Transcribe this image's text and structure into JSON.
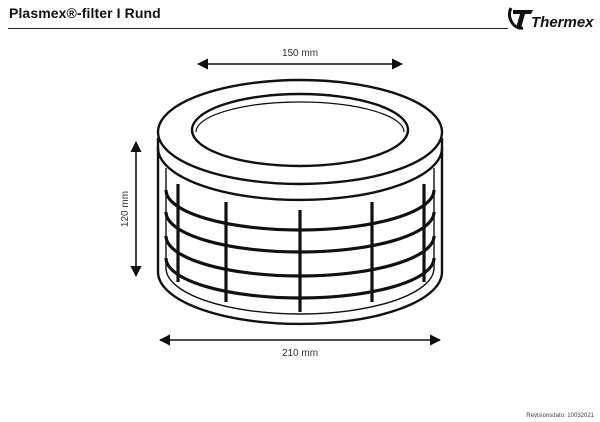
{
  "header": {
    "title": "Plasmex®-filter I Rund",
    "logo_text": "Thermex"
  },
  "dimensions": {
    "top_width": "150 mm",
    "height": "120 mm",
    "bottom_width": "210 mm"
  },
  "footer": {
    "revision": "Revisionsdato: 10032021"
  },
  "colors": {
    "line": "#111111",
    "background": "#ffffff"
  }
}
